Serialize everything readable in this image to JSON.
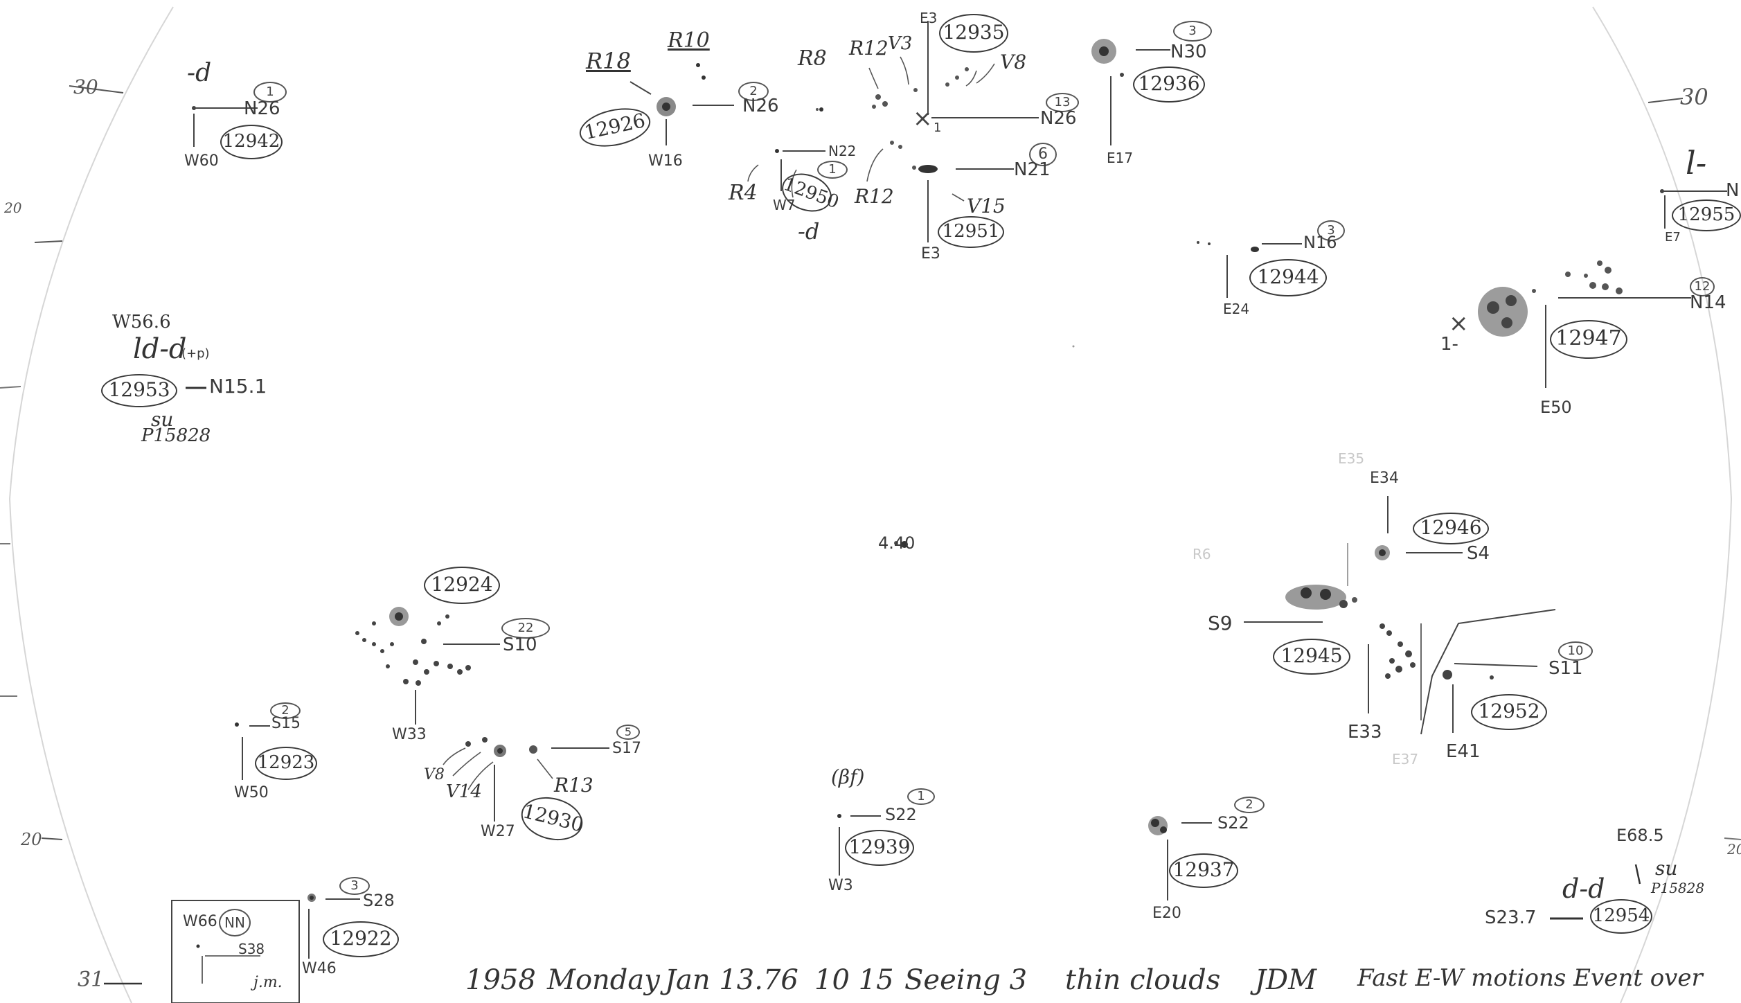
{
  "edge_marks": {
    "left_top": "30",
    "left_mid": "20",
    "left_low": "20",
    "left_bottom": "31",
    "right_top": "30",
    "right_low": "20"
  },
  "groups": {
    "g12942": {
      "number": "12942",
      "count": "1",
      "designation": "-d",
      "lat": "N26",
      "lon": "W60"
    },
    "g12926": {
      "number": "12926",
      "count": "2",
      "lat": "N26",
      "lon": "W16",
      "label_a": "R18",
      "label_b": "R10"
    },
    "g12950": {
      "number": "12950",
      "count": "1",
      "lat": "N22",
      "label_a": "R4",
      "label_b": "W7",
      "label_c": "R12",
      "designation": "-d"
    },
    "g12935": {
      "number": "12935",
      "lon": "E3",
      "label_a": "R12",
      "label_b": "V3",
      "label_c": "R8",
      "label_d": "V8"
    },
    "g_n26": {
      "count": "13",
      "lat": "N26",
      "marker": "1"
    },
    "g12951": {
      "number": "12951",
      "count": "6",
      "lat": "N21",
      "lon": "E3",
      "label": "V15"
    },
    "g12936": {
      "number": "12936",
      "count": "3",
      "lat": "N30",
      "lon": "E17"
    },
    "g12944": {
      "number": "12944",
      "count": "3",
      "lat": "N16",
      "lon": "E24"
    },
    "g12955": {
      "number": "12955",
      "designation": "l-",
      "lat": "N",
      "lon": "E7"
    },
    "g12947": {
      "number": "12947",
      "count": "12",
      "lat": "N14",
      "lon": "E50",
      "marker": "1-"
    },
    "g12953": {
      "number": "12953",
      "lon": "W56.6",
      "designation": "ld-d",
      "sub": "(+p)",
      "lat": "N15.1",
      "note_a": "su",
      "note_b": "P15828"
    },
    "center": {
      "label": "4.40"
    },
    "g12946": {
      "number": "12946",
      "lat": "S4",
      "lon": "E34",
      "faint": "E35"
    },
    "g12945": {
      "number": "12945",
      "lat": "S9",
      "lon": "E33",
      "faint_a": "R6",
      "faint_b": "E37"
    },
    "g12952": {
      "number": "12952",
      "count": "10",
      "lat": "S11",
      "lon": "E41"
    },
    "g12924": {
      "number": "12924",
      "count": "22",
      "lat": "S10",
      "lon": "W33"
    },
    "g12923": {
      "number": "12923",
      "count": "2",
      "lat": "S15",
      "lon": "W50"
    },
    "g12930": {
      "number": "12930",
      "count": "5",
      "lat": "S17",
      "lon": "W27",
      "label_a": "V8",
      "label_b": "V14",
      "label_c": "R13"
    },
    "g12939": {
      "number": "12939",
      "count": "1",
      "lat": "S22",
      "lon": "W3",
      "designation": "(βf)"
    },
    "g12937": {
      "number": "12937",
      "count": "2",
      "lat": "S22",
      "lon": "E20"
    },
    "g12922": {
      "number": "12922",
      "count": "3",
      "lat": "S28",
      "lon": "W46"
    },
    "g12954": {
      "number": "12954",
      "lon": "E68.5",
      "lat": "S23.7",
      "designation": "d-d",
      "note_a": "su",
      "note_b": "P15828"
    },
    "box_nn": {
      "lon": "W66",
      "label": "NN",
      "lat": "S38",
      "note": "j.m."
    }
  },
  "footer": {
    "year": "1958",
    "day": "Monday",
    "date": "Jan 13.76",
    "time": "10 15",
    "seeing": "Seeing 3",
    "clouds": "thin clouds",
    "initials": "JDM",
    "note": "Fast E-W motions Event over"
  }
}
